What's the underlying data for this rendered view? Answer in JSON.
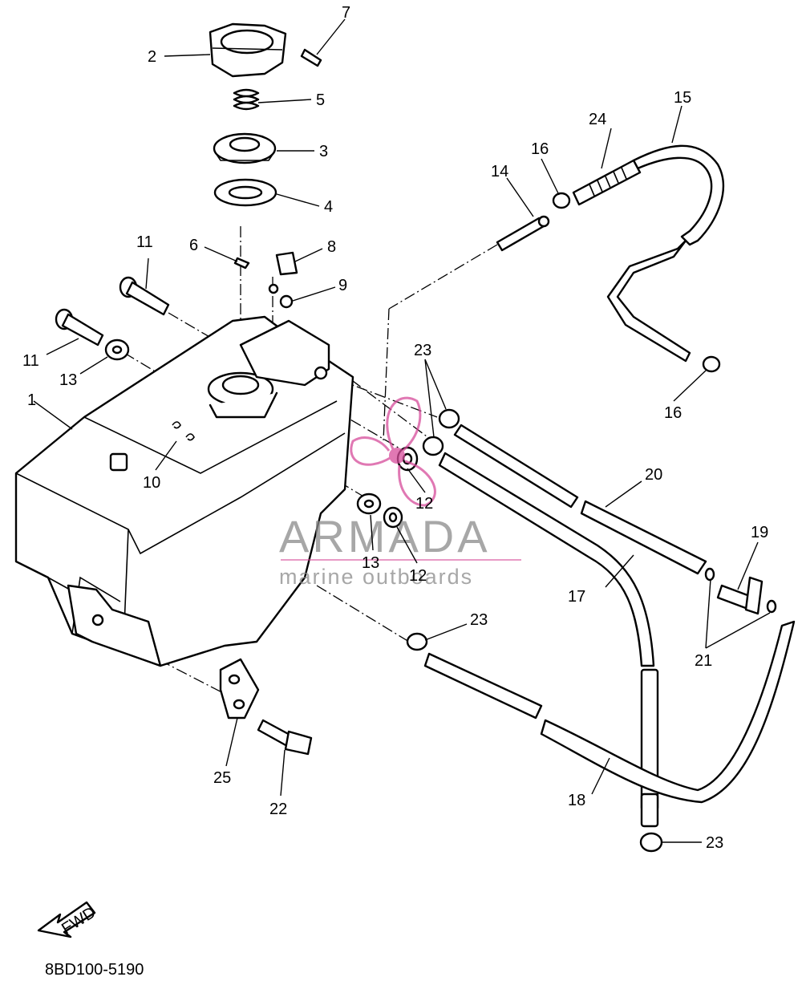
{
  "diagram_code": "8BD100-5190",
  "fwd_label": "FWD",
  "watermark": {
    "brand": "ARMADA",
    "tagline": "marine outboards"
  },
  "callouts": [
    {
      "id": "c1",
      "text": "1"
    },
    {
      "id": "c2",
      "text": "2"
    },
    {
      "id": "c3",
      "text": "3"
    },
    {
      "id": "c4",
      "text": "4"
    },
    {
      "id": "c5",
      "text": "5"
    },
    {
      "id": "c6",
      "text": "6"
    },
    {
      "id": "c7",
      "text": "7"
    },
    {
      "id": "c8",
      "text": "8"
    },
    {
      "id": "c9",
      "text": "9"
    },
    {
      "id": "c10",
      "text": "10"
    },
    {
      "id": "c11a",
      "text": "11"
    },
    {
      "id": "c11b",
      "text": "11"
    },
    {
      "id": "c12a",
      "text": "12"
    },
    {
      "id": "c12b",
      "text": "12"
    },
    {
      "id": "c13a",
      "text": "13"
    },
    {
      "id": "c13b",
      "text": "13"
    },
    {
      "id": "c14",
      "text": "14"
    },
    {
      "id": "c15",
      "text": "15"
    },
    {
      "id": "c16a",
      "text": "16"
    },
    {
      "id": "c16b",
      "text": "16"
    },
    {
      "id": "c17",
      "text": "17"
    },
    {
      "id": "c18",
      "text": "18"
    },
    {
      "id": "c19",
      "text": "19"
    },
    {
      "id": "c20",
      "text": "20"
    },
    {
      "id": "c21",
      "text": "21"
    },
    {
      "id": "c22",
      "text": "22"
    },
    {
      "id": "c23a",
      "text": "23"
    },
    {
      "id": "c23b",
      "text": "23"
    },
    {
      "id": "c23c",
      "text": "23"
    },
    {
      "id": "c24",
      "text": "24"
    },
    {
      "id": "c25",
      "text": "25"
    }
  ]
}
